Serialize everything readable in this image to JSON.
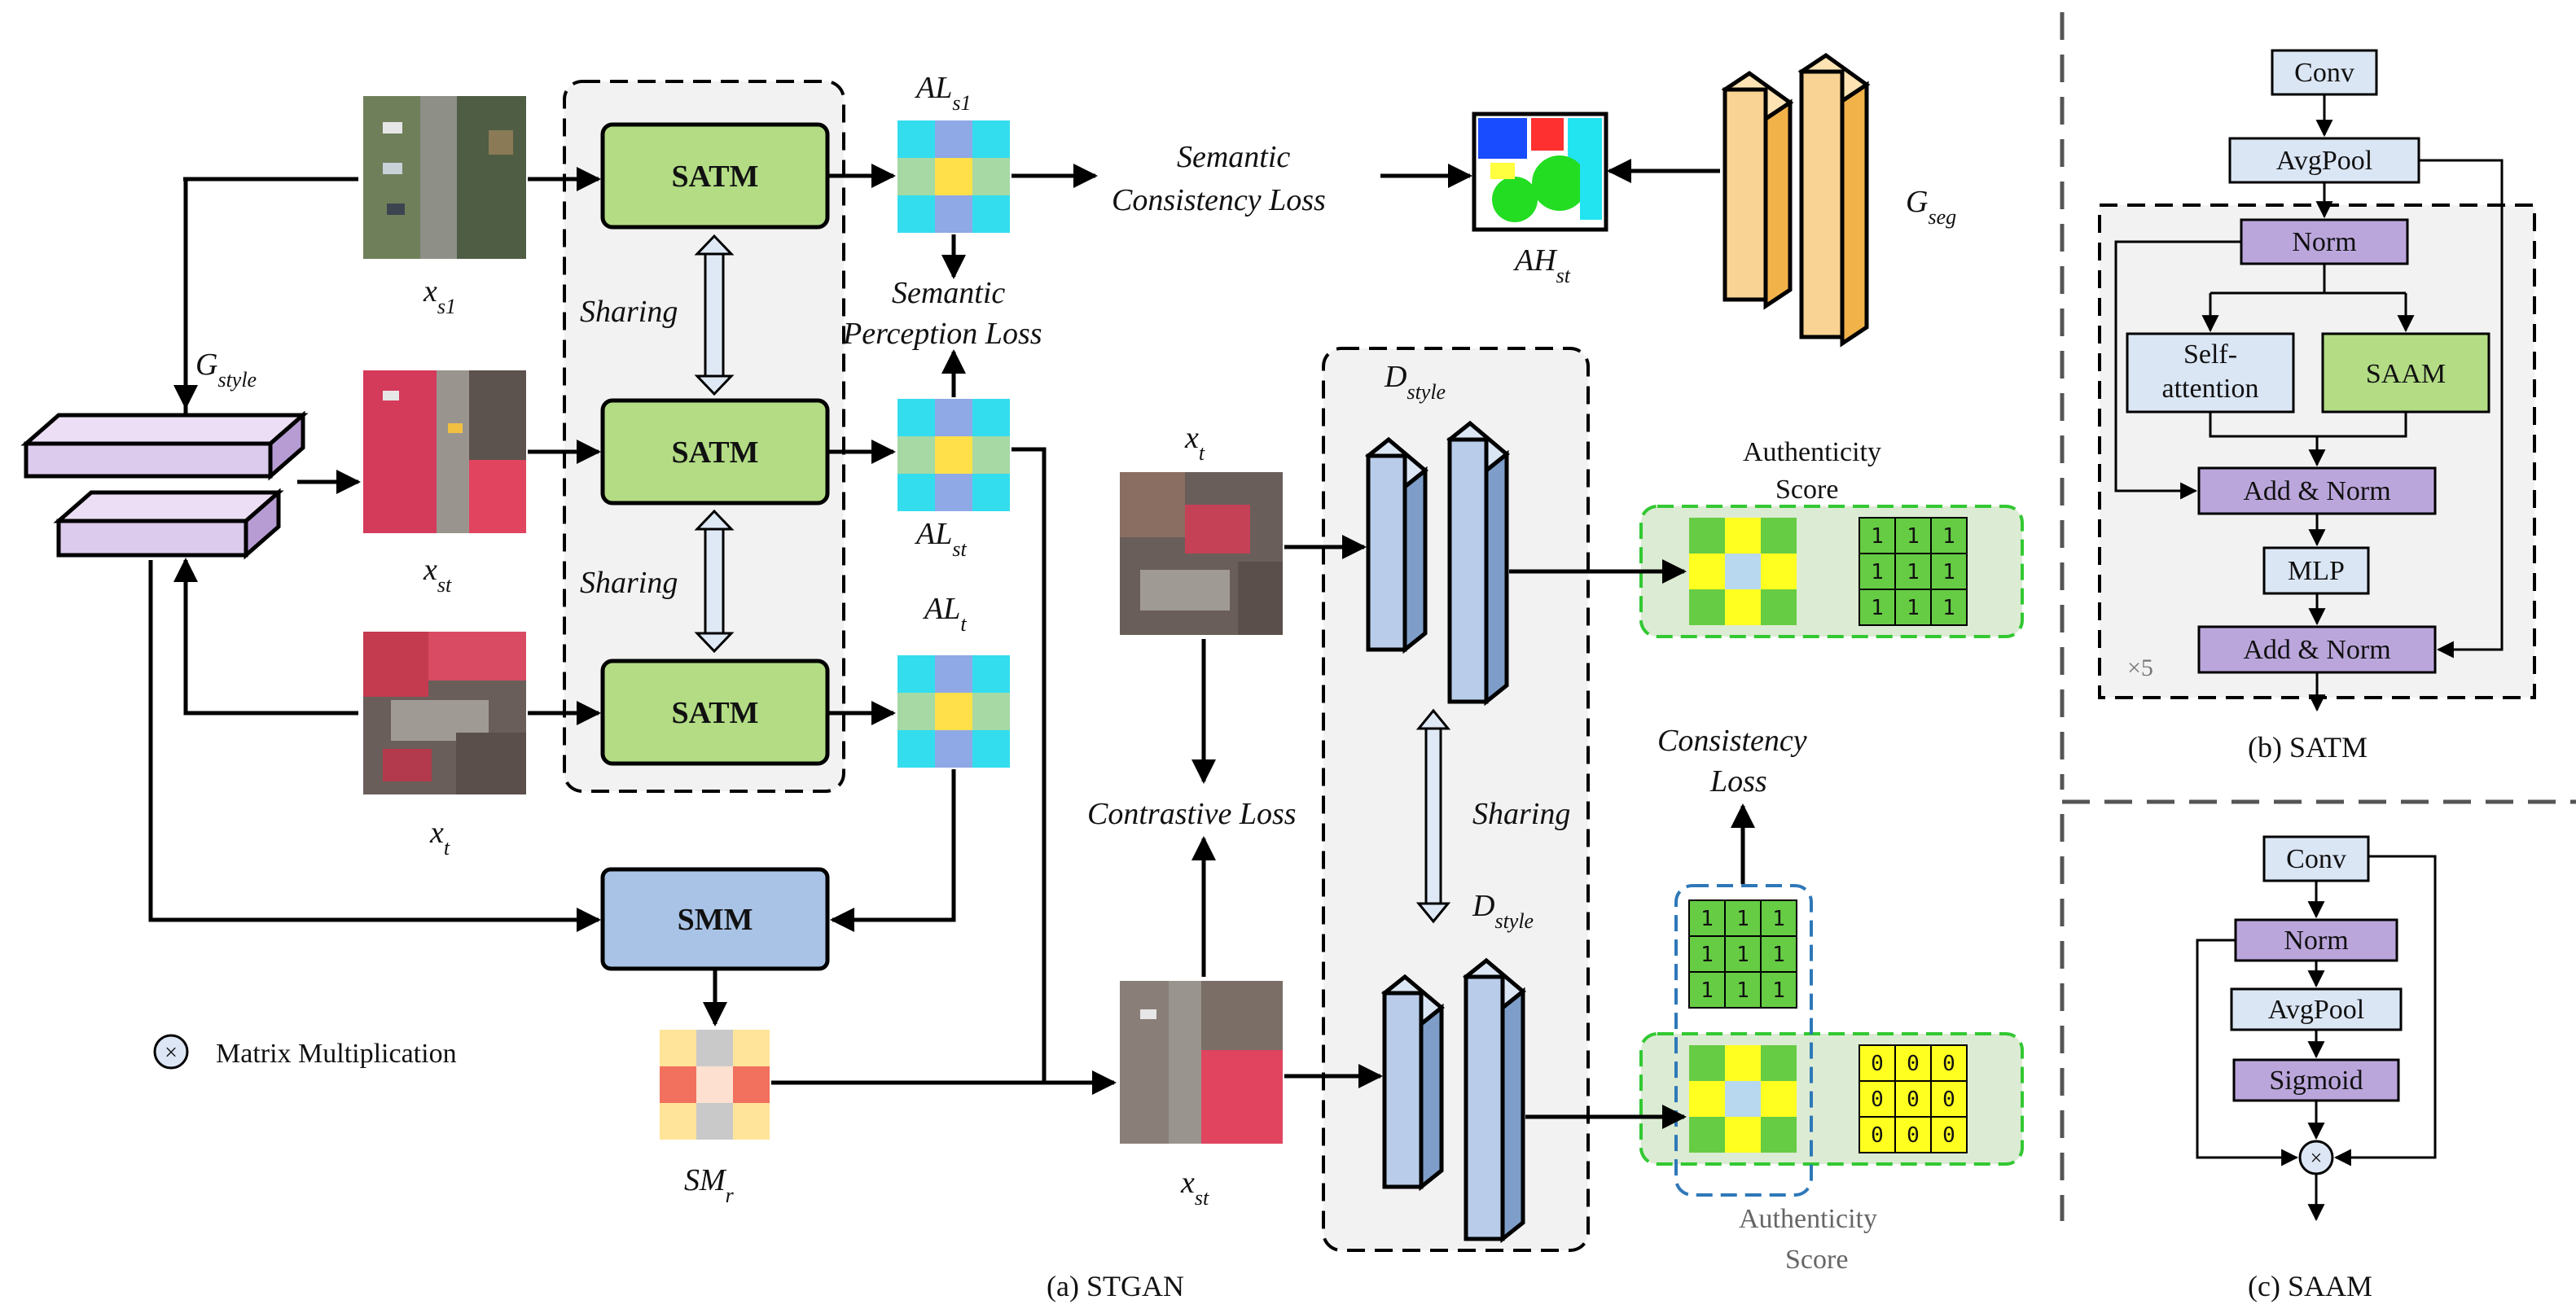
{
  "colors": {
    "satm_green": "#b3dc85",
    "smm_blue": "#a9c3e6",
    "disc_blue": "#b9cdea",
    "gen_purple": "#dccbec",
    "seg_orange": "#f9d394",
    "score_green_bg": "#dcebd3",
    "score_green_border": "#32c832",
    "consistency_border": "#2e78b8",
    "panel_gray": "#f2f2f2"
  },
  "stgan": {
    "generator_label": "G",
    "generator_sub": "style",
    "inputs": {
      "xs1_main": "x",
      "xs1_sub": "s1",
      "xst_main": "x",
      "xst_sub": "st",
      "xt_main": "x",
      "xt_sub": "t"
    },
    "satm_label": "SATM",
    "sharing_label": "Sharing",
    "smm_label": "SMM",
    "attention_maps": {
      "als1_main": "AL",
      "als1_sub": "s1",
      "alst_main": "AL",
      "alst_sub": "st",
      "alt_main": "AL",
      "alt_sub": "t"
    },
    "smr_main": "SM",
    "smr_sub": "r",
    "semantic_consistency_loss_line1": "Semantic",
    "semantic_consistency_loss_line2": "Consistency   Loss",
    "semantic_perception_loss_line1": "Semantic",
    "semantic_perception_loss_line2": "Perception Loss",
    "ahst_main": "AH",
    "ahst_sub": "st",
    "gseg_main": "G",
    "gseg_sub": "seg",
    "contrastive_loss": "Contrastive Loss",
    "disc_label_main": "D",
    "disc_label_sub": "style",
    "disc_xt_main": "x",
    "disc_xt_sub": "t",
    "disc_xst_main": "x",
    "disc_xst_sub": "st",
    "authenticity_score_top_line1": "Authenticity",
    "authenticity_score_top_line2": "Score",
    "authenticity_score_bottom_line1": "Authenticity",
    "authenticity_score_bottom_line2": "Score",
    "consistency_loss_line1": "Consistency",
    "consistency_loss_line2": "Loss",
    "ones_grid": [
      "1",
      "1",
      "1",
      "1",
      "1",
      "1",
      "1",
      "1",
      "1"
    ],
    "zeros_grid": [
      "0",
      "0",
      "0",
      "0",
      "0",
      "0",
      "0",
      "0",
      "0"
    ],
    "legend_symbol": "×",
    "legend_text": "Matrix Multiplication",
    "caption": "(a) STGAN"
  },
  "satm_detail": {
    "conv": "Conv",
    "avgpool": "AvgPool",
    "norm": "Norm",
    "self_attention_line1": "Self-",
    "self_attention_line2": "attention",
    "saam": "SAAM",
    "add_norm_1": "Add & Norm",
    "mlp": "MLP",
    "add_norm_2": "Add & Norm",
    "repeat": "×5",
    "caption": "(b) SATM"
  },
  "saam_detail": {
    "conv": "Conv",
    "norm": "Norm",
    "avgpool": "AvgPool",
    "sigmoid": "Sigmoid",
    "mult": "×",
    "caption": "(c) SAAM"
  }
}
